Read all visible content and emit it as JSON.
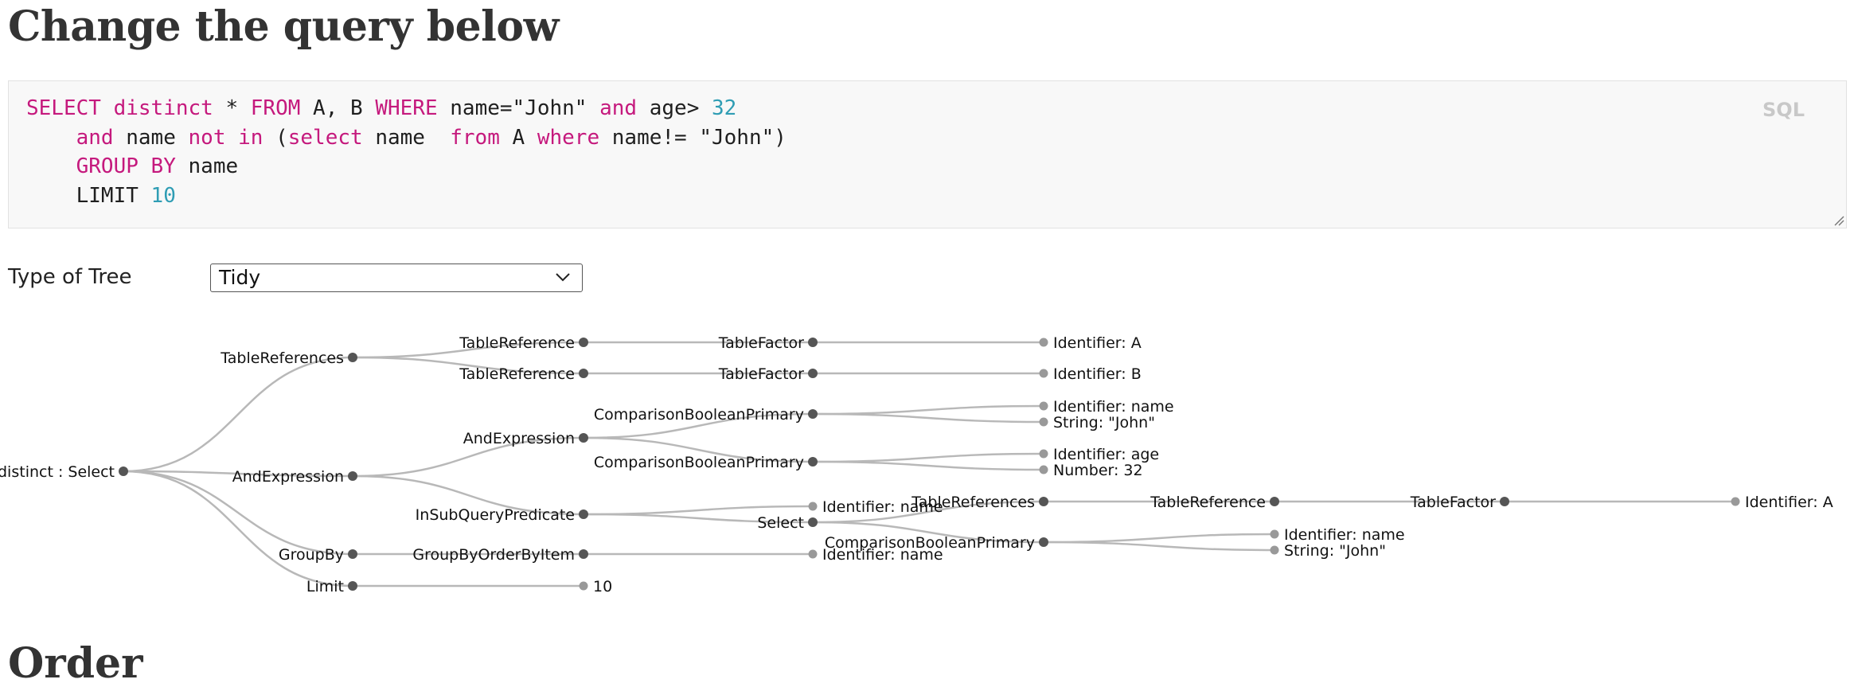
{
  "page": {
    "title": "Change the query below",
    "next_heading": "Order"
  },
  "editor": {
    "language_badge": "SQL",
    "lines": [
      [
        {
          "t": "SELECT",
          "c": "kw"
        },
        {
          "t": " "
        },
        {
          "t": "distinct",
          "c": "kw"
        },
        {
          "t": " * "
        },
        {
          "t": "FROM",
          "c": "kw"
        },
        {
          "t": " A, B "
        },
        {
          "t": "WHERE",
          "c": "kw"
        },
        {
          "t": " name=\"John\" "
        },
        {
          "t": "and",
          "c": "kw"
        },
        {
          "t": " age> "
        },
        {
          "t": "32",
          "c": "num"
        }
      ],
      [
        {
          "t": "    "
        },
        {
          "t": "and",
          "c": "kw"
        },
        {
          "t": " name "
        },
        {
          "t": "not in",
          "c": "kw"
        },
        {
          "t": " ("
        },
        {
          "t": "select",
          "c": "kw"
        },
        {
          "t": " name  "
        },
        {
          "t": "from",
          "c": "kw"
        },
        {
          "t": " A "
        },
        {
          "t": "where",
          "c": "kw"
        },
        {
          "t": " name!= \"John\")"
        }
      ],
      [
        {
          "t": "    "
        },
        {
          "t": "GROUP BY",
          "c": "kw"
        },
        {
          "t": " name"
        }
      ],
      [
        {
          "t": "    LIMIT "
        },
        {
          "t": "10",
          "c": "num"
        }
      ]
    ]
  },
  "tree_type": {
    "label": "Type of Tree",
    "selected": "Tidy"
  },
  "tree": {
    "nodes": [
      {
        "id": "root",
        "label": "distinct : Select",
        "side": "left",
        "kind": "internal"
      },
      {
        "id": "tr",
        "label": "TableReferences",
        "side": "left",
        "kind": "internal"
      },
      {
        "id": "tref1",
        "label": "TableReference",
        "side": "left",
        "kind": "internal"
      },
      {
        "id": "tref2",
        "label": "TableReference",
        "side": "left",
        "kind": "internal"
      },
      {
        "id": "tf1",
        "label": "TableFactor",
        "side": "left",
        "kind": "internal"
      },
      {
        "id": "tf2",
        "label": "TableFactor",
        "side": "left",
        "kind": "internal"
      },
      {
        "id": "ida",
        "label": "Identifier: A",
        "side": "right",
        "kind": "leaf"
      },
      {
        "id": "idb",
        "label": "Identifier: B",
        "side": "right",
        "kind": "leaf"
      },
      {
        "id": "and1",
        "label": "AndExpression",
        "side": "left",
        "kind": "internal"
      },
      {
        "id": "and2",
        "label": "AndExpression",
        "side": "left",
        "kind": "internal"
      },
      {
        "id": "cbp1",
        "label": "ComparisonBooleanPrimary",
        "side": "left",
        "kind": "internal"
      },
      {
        "id": "idname1",
        "label": "Identifier: name",
        "side": "right",
        "kind": "leaf"
      },
      {
        "id": "strjohn1",
        "label": "String: \"John\"",
        "side": "right",
        "kind": "leaf"
      },
      {
        "id": "cbp2",
        "label": "ComparisonBooleanPrimary",
        "side": "left",
        "kind": "internal"
      },
      {
        "id": "idage",
        "label": "Identifier: age",
        "side": "right",
        "kind": "leaf"
      },
      {
        "id": "num32",
        "label": "Number: 32",
        "side": "right",
        "kind": "leaf"
      },
      {
        "id": "isqp",
        "label": "InSubQueryPredicate",
        "side": "left",
        "kind": "internal"
      },
      {
        "id": "idname2",
        "label": "Identifier: name",
        "side": "right",
        "kind": "leaf"
      },
      {
        "id": "sel",
        "label": "Select",
        "side": "left",
        "kind": "internal"
      },
      {
        "id": "tr2",
        "label": "TableReferences",
        "side": "left",
        "kind": "internal"
      },
      {
        "id": "tref3",
        "label": "TableReference",
        "side": "left",
        "kind": "internal"
      },
      {
        "id": "tf3",
        "label": "TableFactor",
        "side": "left",
        "kind": "internal"
      },
      {
        "id": "ida2",
        "label": "Identifier: A",
        "side": "right",
        "kind": "leaf"
      },
      {
        "id": "cbp3",
        "label": "ComparisonBooleanPrimary",
        "side": "left",
        "kind": "internal"
      },
      {
        "id": "idname3",
        "label": "Identifier: name",
        "side": "right",
        "kind": "leaf"
      },
      {
        "id": "strjohn2",
        "label": "String: \"John\"",
        "side": "right",
        "kind": "leaf"
      },
      {
        "id": "gb",
        "label": "GroupBy",
        "side": "left",
        "kind": "internal"
      },
      {
        "id": "gboi",
        "label": "GroupByOrderByItem",
        "side": "left",
        "kind": "internal"
      },
      {
        "id": "idname4",
        "label": "Identifier: name",
        "side": "right",
        "kind": "leaf"
      },
      {
        "id": "lim",
        "label": "Limit",
        "side": "left",
        "kind": "internal"
      },
      {
        "id": "ten",
        "label": "10",
        "side": "right",
        "kind": "leaf"
      }
    ],
    "edges": [
      [
        "root",
        "tr"
      ],
      [
        "root",
        "and1"
      ],
      [
        "root",
        "gb"
      ],
      [
        "root",
        "lim"
      ],
      [
        "tr",
        "tref1"
      ],
      [
        "tr",
        "tref2"
      ],
      [
        "tref1",
        "tf1"
      ],
      [
        "tref2",
        "tf2"
      ],
      [
        "tf1",
        "ida"
      ],
      [
        "tf2",
        "idb"
      ],
      [
        "and1",
        "and2"
      ],
      [
        "and1",
        "isqp"
      ],
      [
        "and2",
        "cbp1"
      ],
      [
        "and2",
        "cbp2"
      ],
      [
        "cbp1",
        "idname1"
      ],
      [
        "cbp1",
        "strjohn1"
      ],
      [
        "cbp2",
        "idage"
      ],
      [
        "cbp2",
        "num32"
      ],
      [
        "isqp",
        "idname2"
      ],
      [
        "isqp",
        "sel"
      ],
      [
        "sel",
        "tr2"
      ],
      [
        "sel",
        "cbp3"
      ],
      [
        "tr2",
        "tref3"
      ],
      [
        "tref3",
        "tf3"
      ],
      [
        "tf3",
        "ida2"
      ],
      [
        "cbp3",
        "idname3"
      ],
      [
        "cbp3",
        "strjohn2"
      ],
      [
        "gb",
        "gboi"
      ],
      [
        "gboi",
        "idname4"
      ],
      [
        "lim",
        "ten"
      ]
    ]
  },
  "colors": {
    "keyword": "#c5197d",
    "number": "#2f9db4",
    "internal_node": "#555555",
    "leaf_node": "#999999",
    "link": "#b8b8b8"
  }
}
